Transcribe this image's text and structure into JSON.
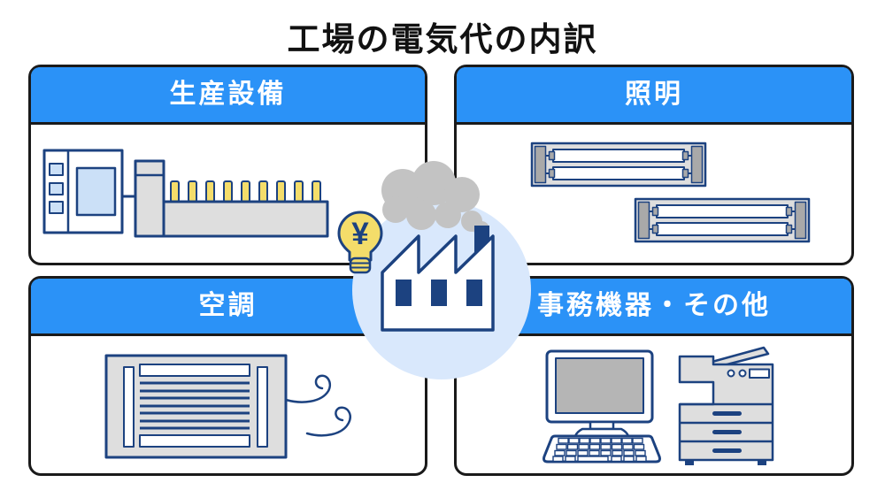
{
  "title": "工場の電気代の内訳",
  "panels": {
    "production": {
      "label": "生産設備"
    },
    "lighting": {
      "label": "照明"
    },
    "hvac": {
      "label": "空調"
    },
    "office": {
      "label": "事務機器・その他"
    }
  },
  "center": {
    "currency_symbol": "¥"
  },
  "icons": {
    "production": "production-machine-icon",
    "lighting": "fluorescent-lights-icon",
    "hvac": "air-conditioner-icon",
    "office": "computer-and-copier-icon",
    "center_building": "factory-icon",
    "center_smoke": "smoke-clouds-icon",
    "center_bulb": "yen-lightbulb-icon"
  },
  "colors": {
    "header_blue": "#2B92F7",
    "outline_navy": "#1C4280",
    "accent_yellow": "#F4DD6A",
    "circle_light_blue": "#D9E8FC",
    "panel_fill_light_blue": "#CBE0F7",
    "machine_gray": "#DEDEDE",
    "cap_gray": "#A9A9A9",
    "smoke_gray": "#C3C3C3",
    "screen_gray": "#B5B5B5",
    "border_black": "#1A1A1A"
  }
}
